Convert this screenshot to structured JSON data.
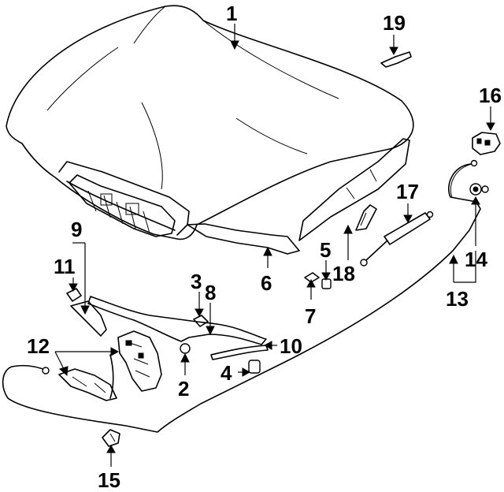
{
  "callouts": [
    {
      "id": "1",
      "text": "1"
    },
    {
      "id": "2",
      "text": "2"
    },
    {
      "id": "3",
      "text": "3"
    },
    {
      "id": "4",
      "text": "4"
    },
    {
      "id": "5",
      "text": "5"
    },
    {
      "id": "6",
      "text": "6"
    },
    {
      "id": "7",
      "text": "7"
    },
    {
      "id": "8",
      "text": "8"
    },
    {
      "id": "9",
      "text": "9"
    },
    {
      "id": "10",
      "text": "10"
    },
    {
      "id": "11",
      "text": "11"
    },
    {
      "id": "12",
      "text": "12"
    },
    {
      "id": "13",
      "text": "13"
    },
    {
      "id": "14",
      "text": "14"
    },
    {
      "id": "15",
      "text": "15"
    },
    {
      "id": "16",
      "text": "16"
    },
    {
      "id": "17",
      "text": "17"
    },
    {
      "id": "18",
      "text": "18"
    },
    {
      "id": "19",
      "text": "19"
    }
  ]
}
